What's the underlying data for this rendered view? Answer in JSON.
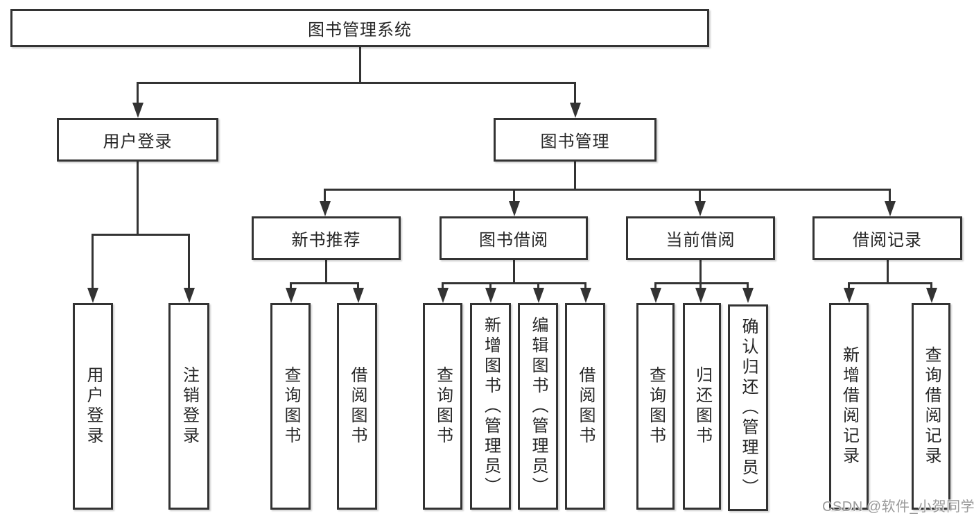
{
  "colors": {
    "background": "#ffffff",
    "line": "#333333",
    "node_border": "#333333",
    "node_fill": "#ffffff",
    "text": "#262626",
    "watermark": "#9a9a9a"
  },
  "nodes": {
    "root": "图书管理系统",
    "user_login": "用户登录",
    "book_mgmt": "图书管理",
    "new_book_rec": "新书推荐",
    "book_borrow": "图书借阅",
    "current_borrow": "当前借阅",
    "borrow_records": "借阅记录",
    "leaf_user_login": "用户登录",
    "leaf_logout": "注销登录",
    "leaf_rec_query": "查询图书",
    "leaf_rec_borrow": "借阅图书",
    "leaf_bor_query": "查询图书",
    "leaf_bor_add": "新增图书（管理员）",
    "leaf_bor_edit": "编辑图书（管理员）",
    "leaf_bor_borrow": "借阅图书",
    "leaf_cur_query": "查询图书",
    "leaf_cur_return": "归还图书",
    "leaf_cur_confirm": "确认归还（管理员）",
    "leaf_log_add": "新增借阅记录",
    "leaf_log_query": "查询借阅记录"
  },
  "hierarchy": {
    "图书管理系统": {
      "用户登录": [
        "用户登录",
        "注销登录"
      ],
      "图书管理": {
        "新书推荐": [
          "查询图书",
          "借阅图书"
        ],
        "图书借阅": [
          "查询图书",
          "新增图书（管理员）",
          "编辑图书（管理员）",
          "借阅图书"
        ],
        "当前借阅": [
          "查询图书",
          "归还图书",
          "确认归还（管理员）"
        ],
        "借阅记录": [
          "新增借阅记录",
          "查询借阅记录"
        ]
      }
    }
  },
  "watermark": "CSDN @软件_小贺同学"
}
